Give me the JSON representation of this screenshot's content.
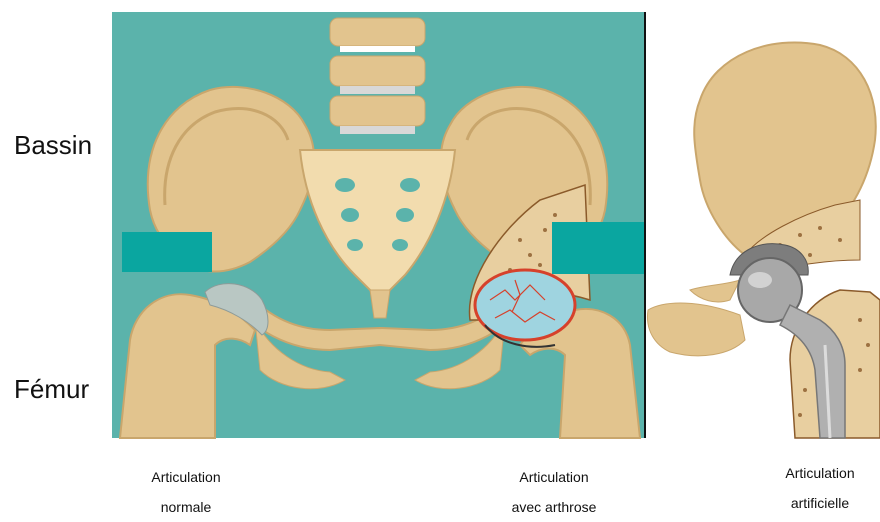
{
  "labels": {
    "pelvis": "Bassin",
    "femur": "Fémur"
  },
  "captions": {
    "normal": {
      "line1": "Articulation",
      "line2": "normale"
    },
    "arthrosis": {
      "line1": "Articulation",
      "line2": "avec arthrose"
    },
    "artificial": {
      "line1": "Articulation",
      "line2": "artificielle"
    }
  },
  "colors": {
    "background_panel": "#5bb3ab",
    "bone": "#e2c48e",
    "bone_light": "#f2dcae",
    "bone_shadow": "#c9a66c",
    "cartilage": "#b9c7c3",
    "arthrosis_red": "#d6412b",
    "arthrosis_blue": "#9fd4e0",
    "implant_metal": "#a8a8a8",
    "teal_block": "#0aa6a0"
  }
}
